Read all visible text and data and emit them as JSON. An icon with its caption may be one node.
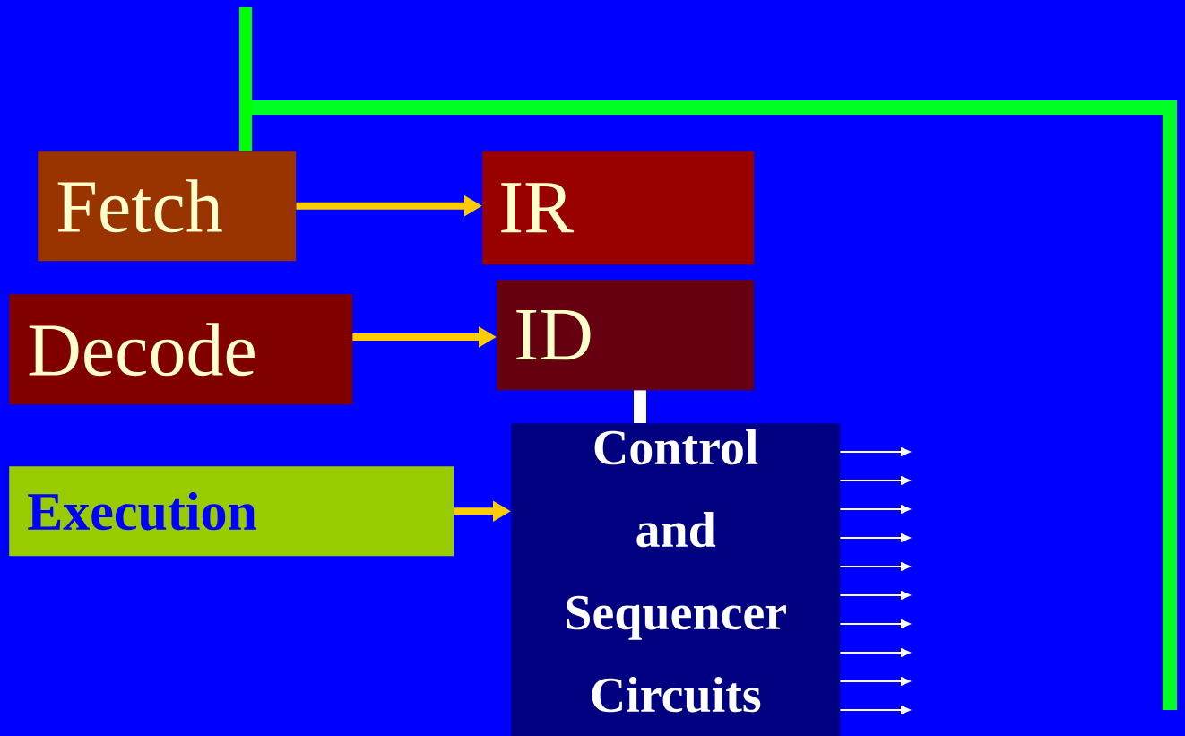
{
  "diagram": {
    "nodes": [
      {
        "text": [
          "Fetch"
        ]
      },
      {
        "text": [
          "IR"
        ]
      },
      {
        "text": [
          "Decode"
        ]
      },
      {
        "text": [
          "ID"
        ]
      },
      {
        "text": [
          "Execution"
        ]
      },
      {
        "text": [
          "Control and Sequencer Circuits"
        ]
      }
    ],
    "edges": [
      {
        "from": null,
        "to": 0,
        "arrow": "none",
        "style": "thick",
        "color": "#00ff00"
      },
      {
        "from": 0,
        "to": 1,
        "arrow": "to",
        "style": "thick",
        "color": "#ffcc00"
      },
      {
        "from": 2,
        "to": 3,
        "arrow": "to",
        "style": "thick",
        "color": "#ffcc00"
      },
      {
        "from": 4,
        "to": 5,
        "arrow": "to",
        "style": "thick",
        "color": "#ffcc00"
      },
      {
        "from": 3,
        "to": 5,
        "arrow": "none",
        "style": "thick"
      },
      {
        "from": 5,
        "to": null,
        "arrow": "to"
      },
      {
        "from": 5,
        "to": null,
        "arrow": "to"
      },
      {
        "from": 5,
        "to": null,
        "arrow": "to"
      },
      {
        "from": 5,
        "to": null,
        "arrow": "to"
      },
      {
        "from": 5,
        "to": null,
        "arrow": "to"
      },
      {
        "from": 5,
        "to": null,
        "arrow": "to"
      },
      {
        "from": 5,
        "to": null,
        "arrow": "to"
      },
      {
        "from": 5,
        "to": null,
        "arrow": "to"
      },
      {
        "from": 5,
        "to": null,
        "arrow": "to"
      },
      {
        "from": 5,
        "to": null,
        "arrow": "to"
      }
    ]
  }
}
